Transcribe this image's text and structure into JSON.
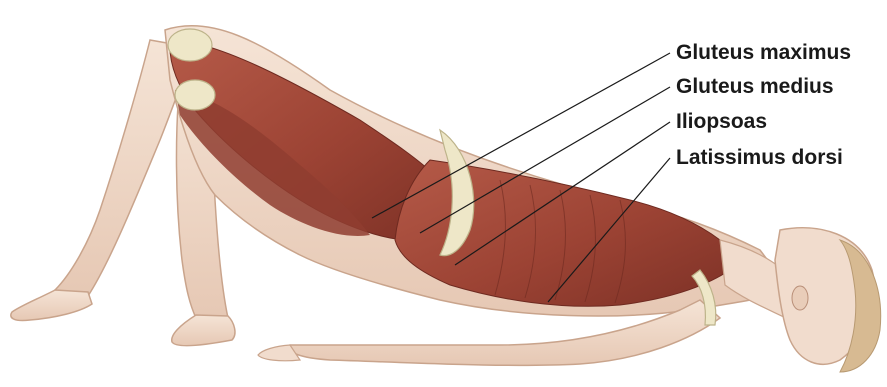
{
  "labels": [
    "Gluteus maximus",
    "Gluteus medius",
    "Iliopsoas",
    "Latissimus dorsi"
  ],
  "colors": {
    "skin": "#f1dccd",
    "skin_shadow": "#e3c2ae",
    "muscle": "#a54a3a",
    "muscle_dark": "#7d3126",
    "bone": "#eee7c8",
    "hair": "#d7ba92",
    "line": "#1a1a1a"
  }
}
